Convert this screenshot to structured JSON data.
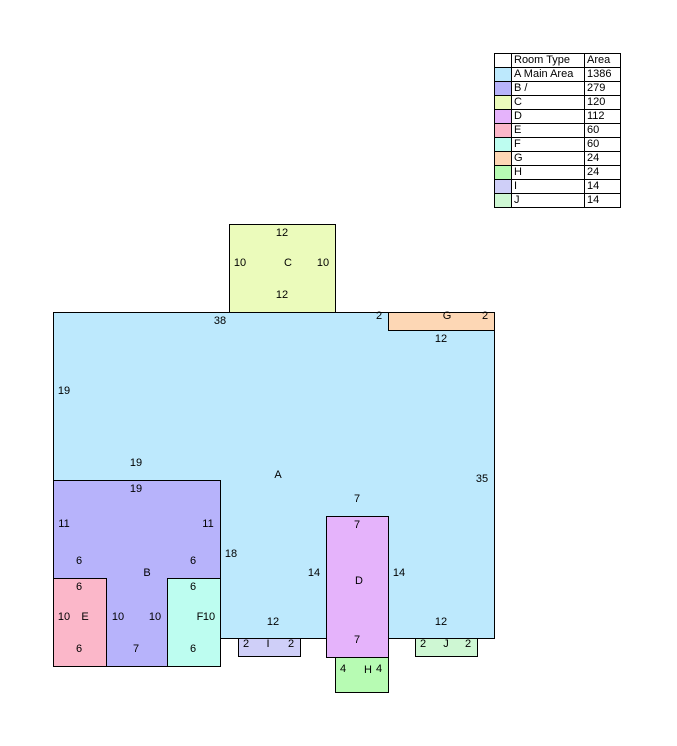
{
  "legend": {
    "header": {
      "type": "Room Type",
      "area": "Area"
    },
    "rows": [
      {
        "name": "A Main Area",
        "area": "1386",
        "color": "#BDE9FD"
      },
      {
        "name": "B /",
        "area": "279",
        "color": "#B7B3FB"
      },
      {
        "name": "C",
        "area": "120",
        "color": "#EBFBBB"
      },
      {
        "name": "D",
        "area": "112",
        "color": "#E5B3FB"
      },
      {
        "name": "E",
        "area": "60",
        "color": "#FBB7C9"
      },
      {
        "name": "F",
        "area": "60",
        "color": "#BDFDF0"
      },
      {
        "name": "G",
        "area": "24",
        "color": "#FDD7B5"
      },
      {
        "name": "H",
        "area": "24",
        "color": "#B7FBB3"
      },
      {
        "name": "I",
        "area": "14",
        "color": "#CFCFF8"
      },
      {
        "name": "J",
        "area": "14",
        "color": "#CEF7D3"
      }
    ]
  },
  "rooms": {
    "A": {
      "label": "A",
      "dims": {
        "top": "38",
        "left": "19",
        "right": "35"
      }
    },
    "B": {
      "label": "B",
      "dims": {
        "top_outer": "19",
        "top": "19",
        "left": "11",
        "right": "11",
        "left_lower": "6",
        "right_lower": "6",
        "inner_left": "10",
        "inner_right": "10",
        "bottom": "7",
        "outer_right": "18"
      }
    },
    "C": {
      "label": "C",
      "dims": {
        "top": "12",
        "left": "10",
        "right": "10",
        "bottom": "12"
      }
    },
    "D": {
      "label": "D",
      "dims": {
        "top_outer": "7",
        "top": "7",
        "left": "14",
        "right": "14",
        "bottom": "7"
      }
    },
    "E": {
      "label": "E",
      "dims": {
        "top": "6",
        "left": "10",
        "bottom": "6"
      }
    },
    "F": {
      "label": "F",
      "dims": {
        "top": "6",
        "right": "10",
        "bottom": "6"
      }
    },
    "G": {
      "label": "G",
      "dims": {
        "left": "2",
        "right": "2",
        "bottom": "12"
      }
    },
    "H": {
      "label": "H",
      "dims": {
        "left": "4",
        "right": "4"
      }
    },
    "I": {
      "label": "I",
      "dims": {
        "top": "12",
        "left": "2",
        "right": "2"
      }
    },
    "J": {
      "label": "J",
      "dims": {
        "top": "12",
        "left": "2",
        "right": "2"
      }
    }
  }
}
